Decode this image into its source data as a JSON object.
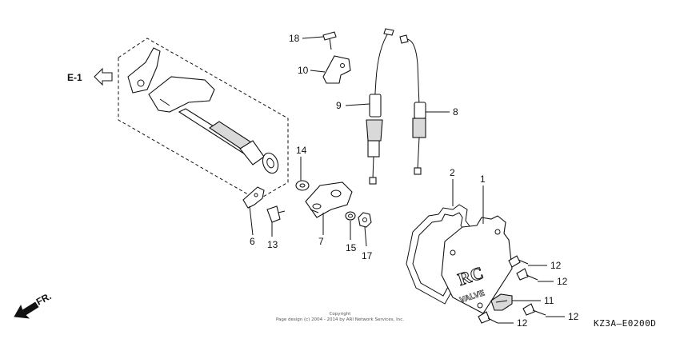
{
  "diagram": {
    "ref_label": "E-1",
    "direction_label": "FR.",
    "drawing_code": "KZ3A–E0200D",
    "copyright_line1": "Copyright",
    "copyright_line2": "Page design (c) 2004 - 2014 by ARI Network Services, Inc.",
    "valve_text_1": "RC",
    "valve_text_2": "VALVE",
    "callouts": {
      "c1": "1",
      "c2": "2",
      "c6": "6",
      "c7": "7",
      "c8": "8",
      "c9": "9",
      "c10": "10",
      "c11": "11",
      "c12a": "12",
      "c12b": "12",
      "c12c": "12",
      "c12d": "12",
      "c13": "13",
      "c14": "14",
      "c15": "15",
      "c17": "17",
      "c18": "18"
    }
  }
}
